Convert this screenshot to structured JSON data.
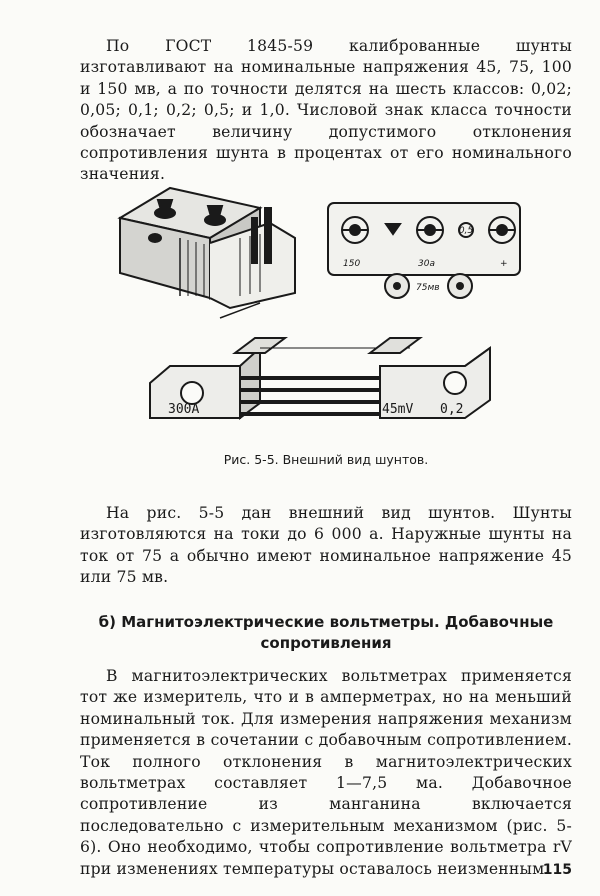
{
  "paragraphs": {
    "p1": "По ГОСТ 1845-59 калиброванные шунты изготавливают на номинальные напряжения 45, 75, 100 и 150 мв, а по точности делятся на шесть классов: 0,02; 0,05; 0,1; 0,2; 0,5; и 1,0. Числовой знак класса точности обозначает величину допустимого отклонения сопротивления шунта в процентах от его номинального значения.",
    "p2": "На рис. 5-5 дан внешний вид шунтов. Шунты изготовляются на токи до 6 000 а. Наружные шунты на ток от 75 а обычно имеют номинальное напряжение 45 или 75 мв.",
    "p3": "В магнитоэлектрических вольтметрах применяется тот же измеритель, что и в амперметрах, но на меньший номинальный ток. Для измерения напряжения механизм применяется в сочетании с добавочным сопротивлением. Ток полного отклонения в магнитоэлектрических вольтметрах составляет 1—7,5 ма. Добавочное сопротивление из манганина включается последовательно с измерительным механизмом (рис. 5-6). Оно необходимо, чтобы сопротивление вольтметра rV при изменениях температуры оставалось неизменным."
  },
  "figure": {
    "caption": "Рис. 5-5. Внешний вид шунтов.",
    "shunt_top_right": {
      "label_150": "150",
      "label_30a": "30а",
      "label_plus": "+",
      "label_05": "0,5",
      "label_75mv": "75мв"
    },
    "shunt_bottom": {
      "label_current": "300A",
      "label_voltage": "45mV",
      "label_class": "0,2"
    }
  },
  "section_heading": "б) Магнитоэлектрические вольтметры. Добавочные сопротивления",
  "page_number": "115"
}
